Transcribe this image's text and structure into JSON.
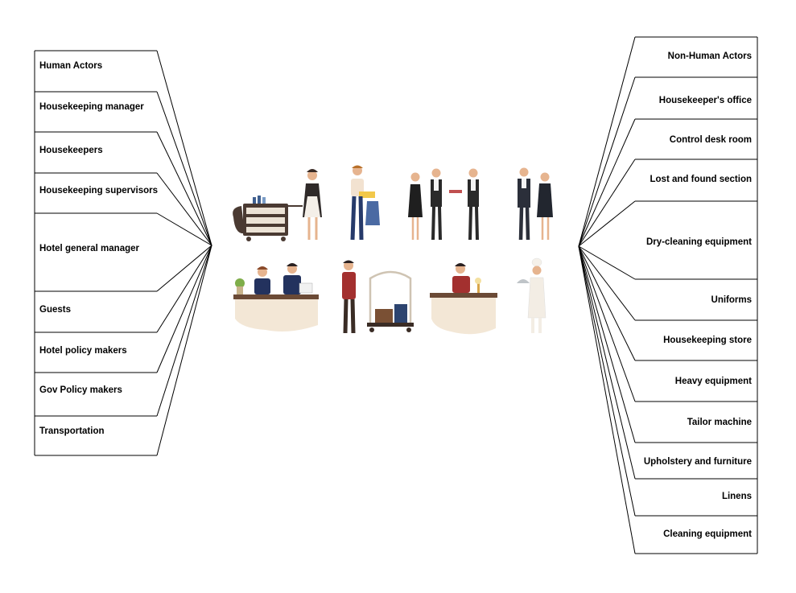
{
  "left_list": {
    "items": [
      "Human Actors",
      "Housekeeping manager",
      "Housekeepers",
      "Housekeeping supervisors",
      "Hotel general manager",
      "Guests",
      "Hotel policy makers",
      "Gov Policy makers",
      "Transportation"
    ]
  },
  "right_list": {
    "items": [
      "Non-Human Actors",
      "Housekeeper's office",
      "Control desk room",
      "Lost and found section",
      "Dry-cleaning equipment",
      "Uniforms",
      "Housekeeping store",
      "Heavy equipment",
      "Tailor machine",
      "Upholstery and furniture",
      "Linens",
      "Cleaning equipment"
    ]
  },
  "illustration": {
    "description_icons": [
      "housekeeping-cart-icon",
      "laundry-worker-icon",
      "waitstaff-icon",
      "managers-icon",
      "reception-desk-icon",
      "bellboy-luggage-icon",
      "receptionist-icon",
      "chef-icon"
    ]
  }
}
